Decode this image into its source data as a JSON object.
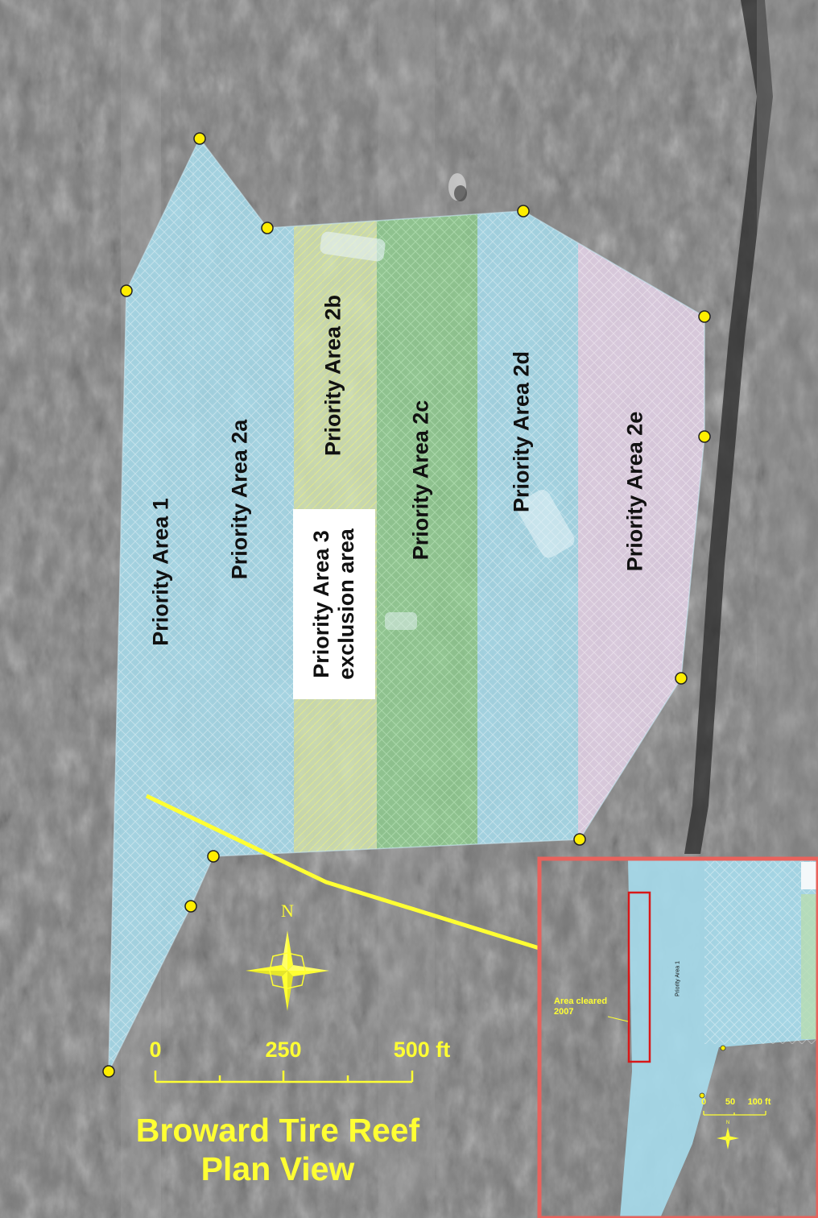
{
  "map": {
    "title_line1": "Broward Tire Reef",
    "title_line2": "Plan View",
    "north_label": "N",
    "areas": [
      {
        "id": "1",
        "label": "Priority Area 1"
      },
      {
        "id": "2a",
        "label": "Priority Area 2a"
      },
      {
        "id": "2b",
        "label": "Priority Area 2b"
      },
      {
        "id": "2c",
        "label": "Priority Area 2c"
      },
      {
        "id": "2d",
        "label": "Priority Area 2d"
      },
      {
        "id": "2e",
        "label": "Priority Area 2e"
      }
    ],
    "exclusion": {
      "line1": "Priority Area 3",
      "line2": "exclusion area"
    },
    "scale": {
      "ticks": [
        "0",
        "250",
        "500 ft"
      ]
    },
    "inset": {
      "area_label": "Priority Area 1",
      "cleared_line1": "Area cleared",
      "cleared_line2": "2007",
      "scale_ticks": [
        "0",
        "50",
        "100 ft"
      ],
      "north_label": "N"
    },
    "colors": {
      "zone_blue": "#a6dcec",
      "zone_yellow": "#ecec90",
      "zone_green": "#8ed08e",
      "zone_pink": "#f0c6d8",
      "vertex": "#ffee00",
      "annotation_yellow": "#ffff33",
      "inset_border": "#e8625c",
      "cleared_box": "#d81818"
    }
  }
}
